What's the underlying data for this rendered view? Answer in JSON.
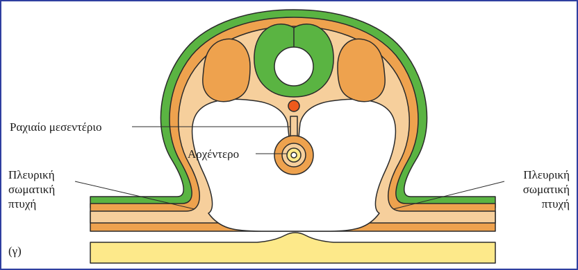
{
  "labels": {
    "dorsal_mesentery": "Ραχιαίο μεσεντέριο",
    "archenteron": "Αρχέντερο",
    "lateral_fold_left": [
      "Πλευρική",
      "σωματική",
      "πτυχή"
    ],
    "lateral_fold_right": [
      "Πλευρική",
      "σωματική",
      "πτυχή"
    ],
    "panel": "(γ)"
  },
  "colors": {
    "frame": "#2f3fa0",
    "ectoderm": "#5ab442",
    "mesoderm": "#eea24e",
    "mesoderm_light": "#f6cf9c",
    "endoderm_yolk": "#fde98a",
    "notochord": "#ef5a1c",
    "outline": "#2a2a2a"
  }
}
